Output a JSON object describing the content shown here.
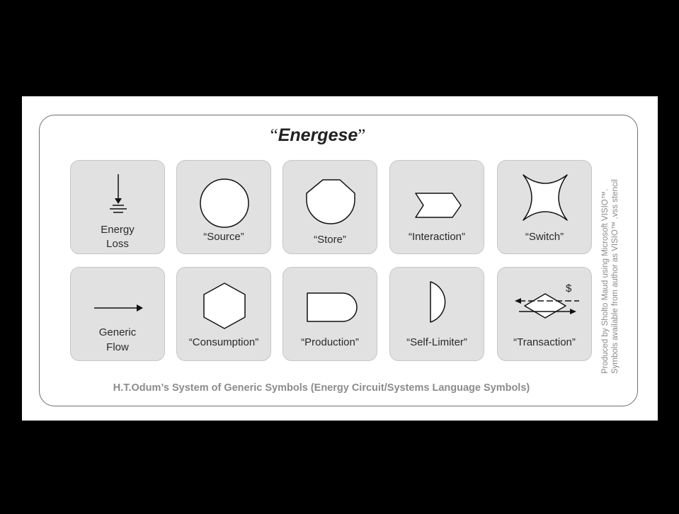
{
  "title": {
    "open_quote": "“",
    "text": "Energese",
    "close_quote": "”"
  },
  "symbols": [
    {
      "label_line1": "Energy",
      "label_line2": "Loss",
      "icon": "energy-loss-ground-icon"
    },
    {
      "label": "“Source”",
      "icon": "source-circle-icon"
    },
    {
      "label": "“Store”",
      "icon": "store-tank-icon"
    },
    {
      "label": "“Interaction”",
      "icon": "interaction-arrow-icon"
    },
    {
      "label": "“Switch”",
      "icon": "switch-concave-icon"
    },
    {
      "label_line1": "Generic",
      "label_line2": "Flow",
      "icon": "generic-flow-arrow-icon"
    },
    {
      "label": "“Consumption”",
      "icon": "consumption-hexagon-icon"
    },
    {
      "label": "“Production”",
      "icon": "production-bullet-icon"
    },
    {
      "label": "“Self-Limiter”",
      "icon": "self-limiter-d-icon"
    },
    {
      "label": "“Transaction”",
      "icon": "transaction-diamond-icon",
      "currency": "$"
    }
  ],
  "caption": "H.T.Odum’s System of Generic Symbols (Energy Circuit/Systems Language Symbols)",
  "side_note": {
    "line1": "Produced by Sholto Maud using Microsoft VISIO™.",
    "line2": "Symbols available from author as VISIO™ .vss stencil"
  }
}
